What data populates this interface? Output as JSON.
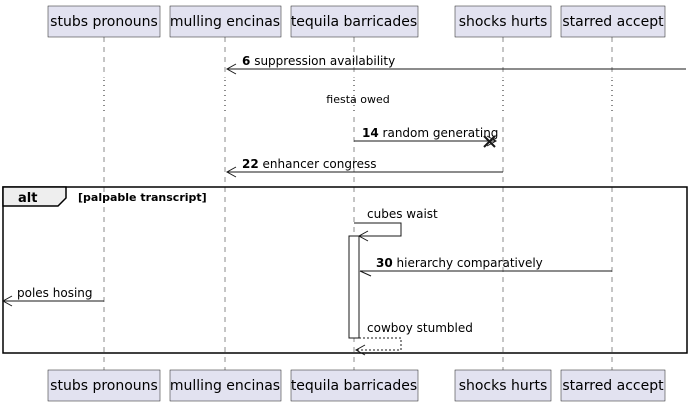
{
  "participants": [
    {
      "id": "p1",
      "label": "stubs pronouns"
    },
    {
      "id": "p2",
      "label": "mulling encinas"
    },
    {
      "id": "p3",
      "label": "tequila barricades"
    },
    {
      "id": "p4",
      "label": "shocks hurts"
    },
    {
      "id": "p5",
      "label": "starred accept"
    }
  ],
  "messages": [
    {
      "number": "6",
      "text": "suppression availability",
      "from": "offscreen-right",
      "to": "p2",
      "style": "solid"
    },
    {
      "number": "14",
      "text": "random generating",
      "from": "p3",
      "to": "p4",
      "style": "solid",
      "end": "destroy-x"
    },
    {
      "number": "22",
      "text": "enhancer congress",
      "from": "p4",
      "to": "p2",
      "style": "solid"
    },
    {
      "number": "",
      "text": "cubes waist",
      "from": "p3",
      "to": "p3",
      "style": "self"
    },
    {
      "number": "30",
      "text": "hierarchy comparatively",
      "from": "p5",
      "to": "p3",
      "style": "solid",
      "head": "half"
    },
    {
      "number": "",
      "text": "poles hosing",
      "from": "p1",
      "to": "offscreen-left",
      "style": "solid"
    },
    {
      "number": "",
      "text": "cowboy stumbled",
      "from": "p3",
      "to": "p3",
      "style": "self-dashed"
    }
  ],
  "delay": {
    "text": "fiesta owed"
  },
  "fragment": {
    "type": "alt",
    "guard": "[palpable transcript]"
  },
  "colors": {
    "participant_fill": "#e2e2f0",
    "line": "#181818",
    "frame_tab": "#eeeeee"
  }
}
